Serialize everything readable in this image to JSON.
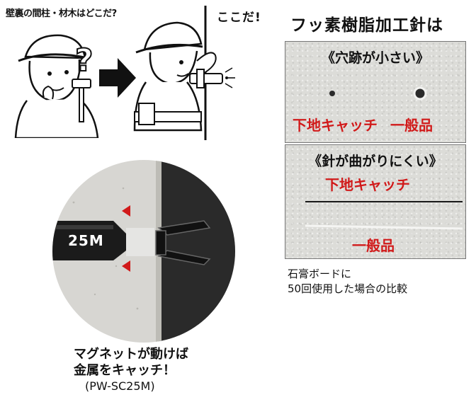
{
  "left_illustration": {
    "question_caption": "壁裏の間柱・材木はどこだ?",
    "found_caption": "ここだ!"
  },
  "product_photo": {
    "tool_label": "25M",
    "caption_line1": "マグネットが動けば",
    "caption_line2": "金属をキャッチ！",
    "model": "(PW-SC25M)"
  },
  "comparison": {
    "title": "フッ素樹脂加工針は",
    "panel_hole": {
      "heading": "《穴跡が小さい》",
      "label_product": "下地キャッチ",
      "label_generic": "一般品"
    },
    "panel_bend": {
      "heading": "《針が曲がりにくい》",
      "label_product": "下地キャッチ",
      "label_generic": "一般品"
    },
    "note_line1": "石膏ボードに",
    "note_line2": "50回使用した場合の比較"
  },
  "colors": {
    "accent_red": "#d11a1a",
    "panel_gray": "#dcdcd8"
  }
}
